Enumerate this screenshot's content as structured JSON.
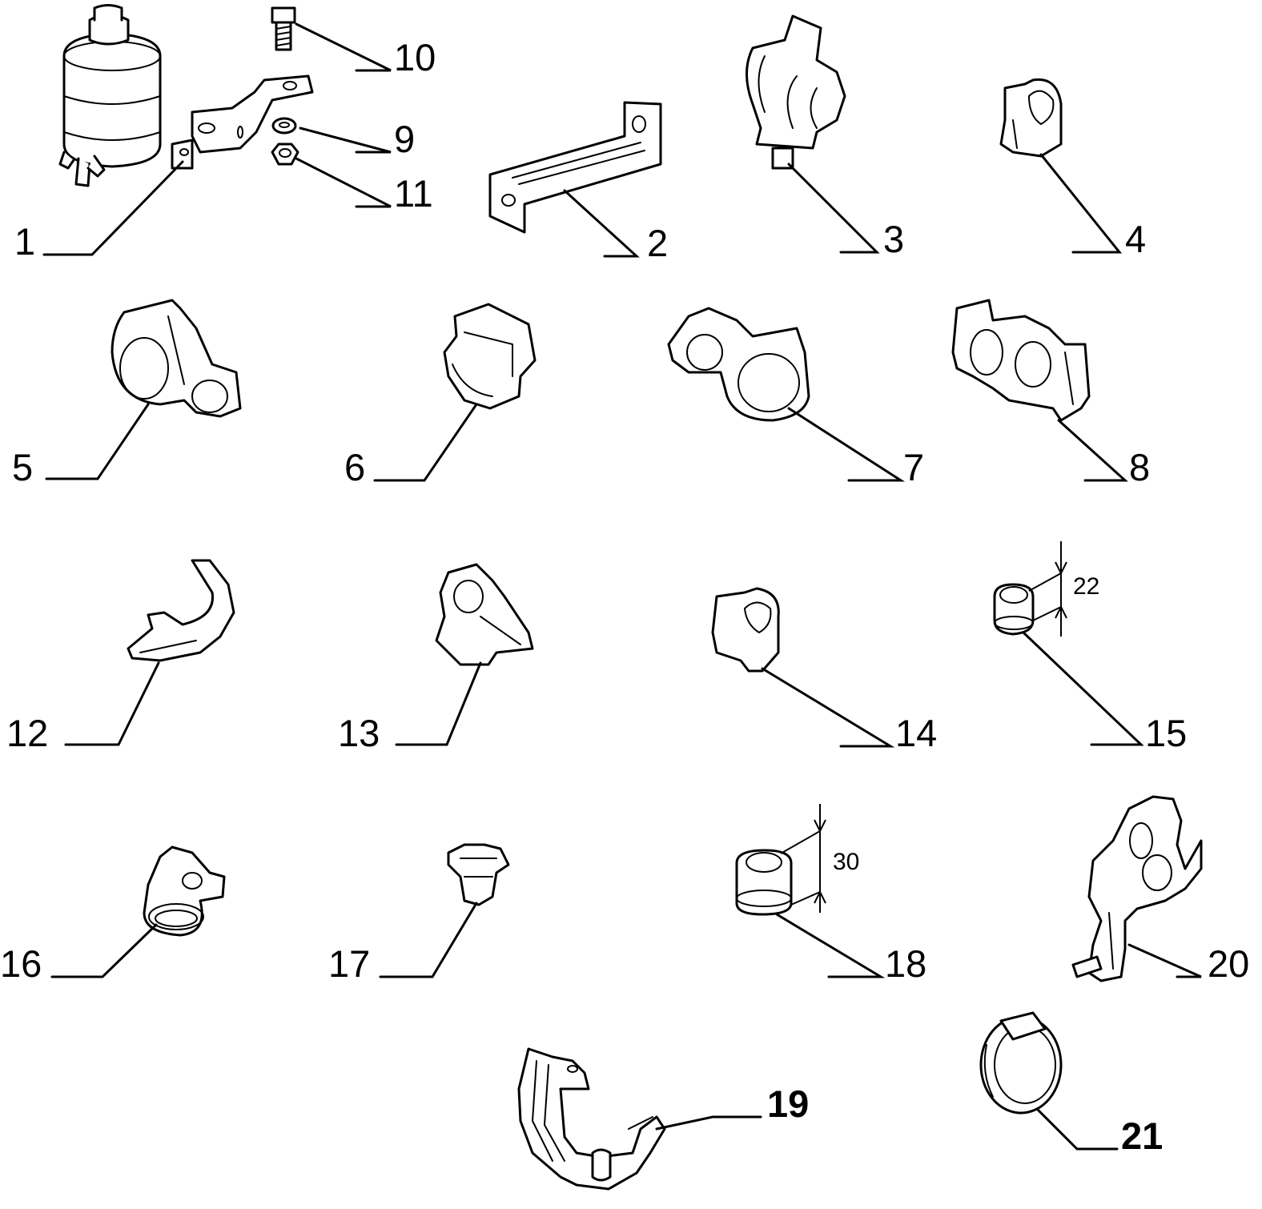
{
  "diagram": {
    "callouts": [
      {
        "id": "1",
        "text": "1"
      },
      {
        "id": "2",
        "text": "2"
      },
      {
        "id": "3",
        "text": "3"
      },
      {
        "id": "4",
        "text": "4"
      },
      {
        "id": "5",
        "text": "5"
      },
      {
        "id": "6",
        "text": "6"
      },
      {
        "id": "7",
        "text": "7"
      },
      {
        "id": "8",
        "text": "8"
      },
      {
        "id": "9",
        "text": "9"
      },
      {
        "id": "10",
        "text": "10"
      },
      {
        "id": "11",
        "text": "11"
      },
      {
        "id": "12",
        "text": "12"
      },
      {
        "id": "13",
        "text": "13"
      },
      {
        "id": "14",
        "text": "14"
      },
      {
        "id": "15",
        "text": "15"
      },
      {
        "id": "16",
        "text": "16"
      },
      {
        "id": "17",
        "text": "17"
      },
      {
        "id": "18",
        "text": "18"
      },
      {
        "id": "19",
        "text": "19"
      },
      {
        "id": "20",
        "text": "20"
      },
      {
        "id": "21",
        "text": "21"
      }
    ],
    "dimensions": [
      {
        "id": "dim-15",
        "text": "22"
      },
      {
        "id": "dim-18",
        "text": "30"
      }
    ]
  }
}
